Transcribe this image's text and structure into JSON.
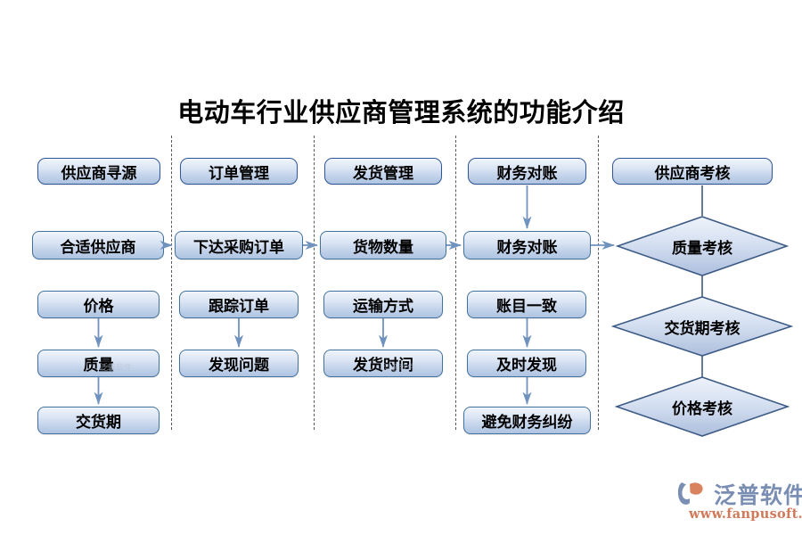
{
  "title": "电动车行业供应商管理系统的功能介绍",
  "columns": [
    {
      "id": "supplier-sourcing",
      "header": "供应商寻源",
      "nodes": [
        "合适供应商",
        "价格",
        "质量",
        "交货期"
      ]
    },
    {
      "id": "order-management",
      "header": "订单管理",
      "nodes": [
        "下达采购订单",
        "跟踪订单",
        "发现问题"
      ]
    },
    {
      "id": "shipping-management",
      "header": "发货管理",
      "nodes": [
        "货物数量",
        "运输方式",
        "发货时间"
      ]
    },
    {
      "id": "financial-reconciliation",
      "header": "财务对账",
      "nodes": [
        "财务对账",
        "账目一致",
        "及时发现",
        "避免财务纠纷"
      ]
    },
    {
      "id": "supplier-assessment",
      "header": "供应商考核",
      "diamonds": [
        "质量考核",
        "交货期考核",
        "价格考核"
      ]
    }
  ],
  "watermark": {
    "brand": "泛普软件",
    "url": "www.fanpusoft.com",
    "mark": "fanpu-logo-icon",
    "ghost": "泛普软件"
  },
  "colors": {
    "node_border": "#41719c",
    "header_border": "#2f5597",
    "node_fill_top": "#f0f5fb",
    "node_fill_bottom": "#aec4e2",
    "connector": "#6f92bf",
    "divider": "#5a5a5a",
    "title_text": "#000000",
    "brand_text": "#7a8db3",
    "url_text": "#d07a5a"
  }
}
